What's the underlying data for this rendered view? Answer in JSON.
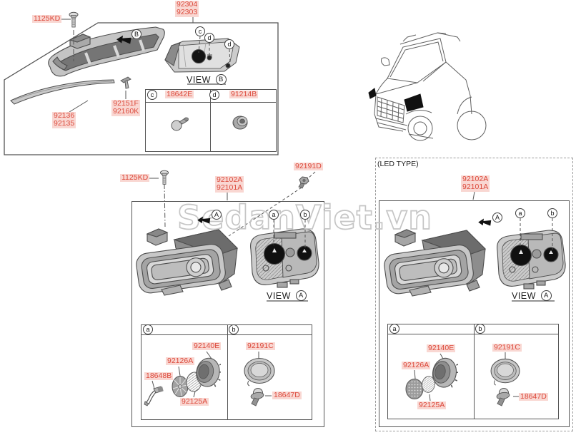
{
  "watermark": "SedanViet.vn",
  "colors": {
    "part_text": "#dc4a3c",
    "part_bg": "#f9d7d2",
    "line": "#4a4a4a",
    "watermark": "#c5c5c5",
    "hole_black": "#111111"
  },
  "view_word": "VIEW",
  "refs": {
    "A": "A",
    "B": "B",
    "a": "a",
    "b": "b",
    "c": "c",
    "d": "d"
  },
  "marker": {
    "bolt": "1125KD",
    "assy1": "92304",
    "assy2": "92303",
    "strip1": "92136",
    "strip2": "92135",
    "clip1": "92151F",
    "clip2": "92160K",
    "bulb_part": "18642E",
    "socket_part": "91214B"
  },
  "halogen": {
    "bolt": "1125KD",
    "assy1": "92102A",
    "assy2": "92101A",
    "screw": "92191D",
    "dust_cap": "92140E",
    "vent_disc": "92126A",
    "bulb_socket": "18648B",
    "pad": "92125A",
    "cover": "92191C",
    "bulb": "18647D"
  },
  "led": {
    "title": "(LED TYPE)",
    "assy1": "92102A",
    "assy2": "92101A",
    "dust_cap": "92140E",
    "vent_disc": "92126A",
    "pad": "92125A",
    "cover": "92191C",
    "bulb": "18647D"
  }
}
